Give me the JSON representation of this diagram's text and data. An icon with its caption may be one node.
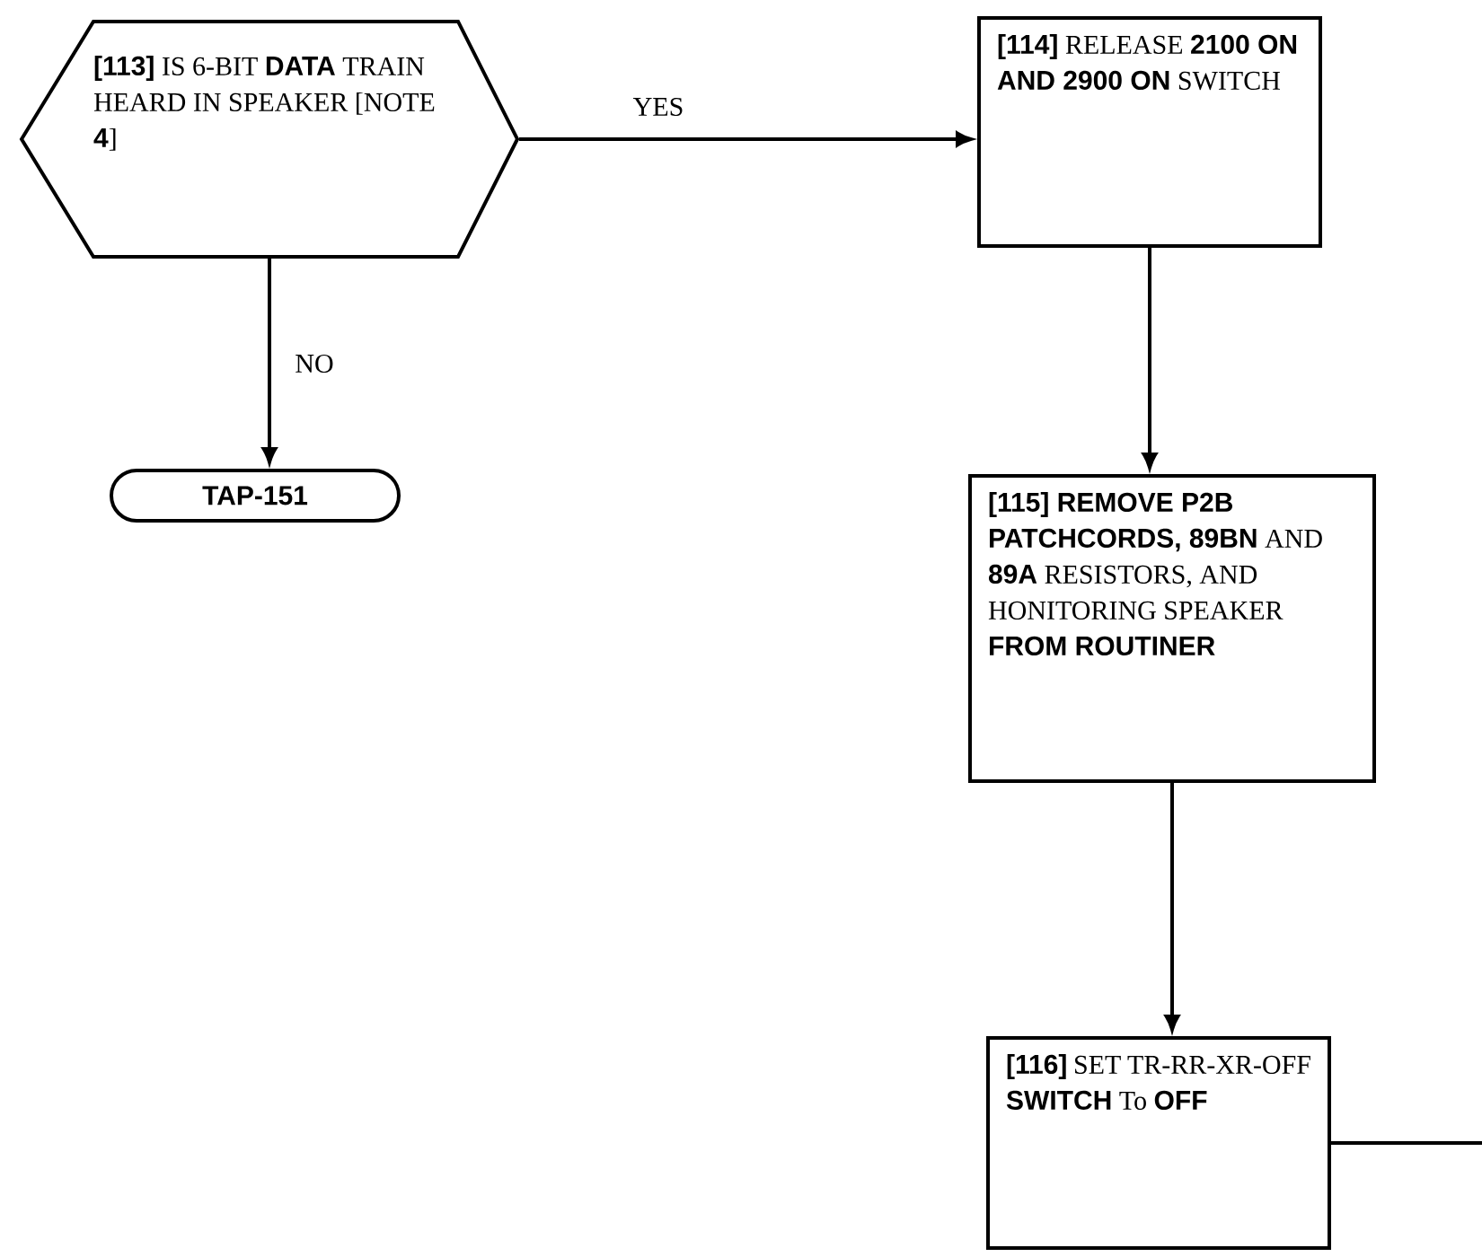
{
  "diagram": {
    "nodes": [
      {
        "text": [
          "**[113]** IS 6-BIT **DATA** TRAIN HEARD IN SPEAKER [NOTE **4**]"
        ]
      },
      {
        "text": [
          "**[114]** RELEASE **2100 ON AND 2900 ON** SWITCH"
        ]
      },
      {
        "text": [
          "TAP-151"
        ]
      },
      {
        "text": [
          "**[115] REMOVE P2B PATCHCORDS, 89BN** AND **89A** RESISTORS, AND HONITORING SPEAKER **FROM ROUTINER**"
        ]
      },
      {
        "text": [
          "**[116]** SET TR-RR-XR-OFF **SWITCH** To **OFF**"
        ]
      }
    ],
    "edges": [
      {
        "from": 0,
        "to": 1,
        "arrow": "to",
        "label": "YES"
      },
      {
        "from": 0,
        "to": 2,
        "arrow": "to",
        "label": "NO"
      },
      {
        "from": 1,
        "to": 3,
        "arrow": "to"
      },
      {
        "from": 3,
        "to": 4,
        "arrow": "to"
      },
      {
        "from": 4,
        "to": null,
        "arrow": "none"
      }
    ]
  }
}
